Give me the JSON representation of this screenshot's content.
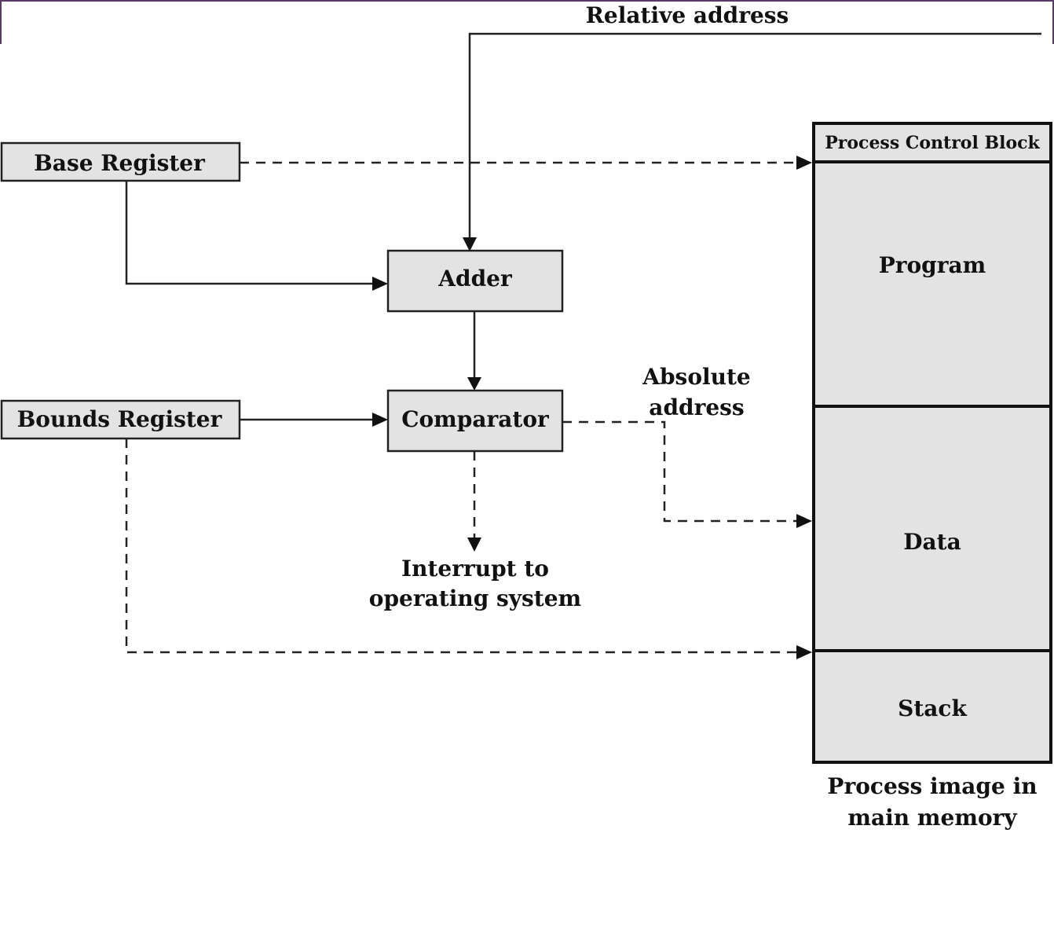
{
  "labels": {
    "relative_address": "Relative address",
    "base_register": "Base Register",
    "bounds_register": "Bounds Register",
    "adder": "Adder",
    "comparator": "Comparator",
    "absolute_address_line1": "Absolute",
    "absolute_address_line2": "address",
    "interrupt_line1": "Interrupt to",
    "interrupt_line2": "operating system",
    "process_control_block": "Process Control Block",
    "program": "Program",
    "data": "Data",
    "stack": "Stack",
    "process_image_line1": "Process image in",
    "process_image_line2": "main memory"
  }
}
